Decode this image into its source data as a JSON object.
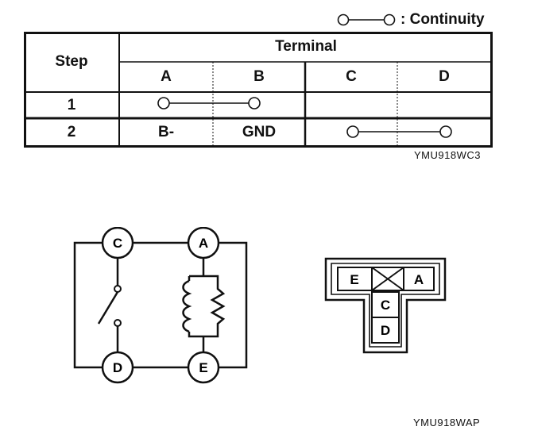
{
  "legend": {
    "text": ": Continuity"
  },
  "table": {
    "step_header": "Step",
    "terminal_header": "Terminal",
    "columns": [
      "A",
      "B",
      "C",
      "D"
    ],
    "rows": [
      {
        "step": "1",
        "A": "",
        "B": "",
        "C": "",
        "D": "",
        "continuity": [
          "A",
          "B"
        ]
      },
      {
        "step": "2",
        "A": "B-",
        "B": "GND",
        "C": "",
        "D": "",
        "continuity": [
          "C",
          "D"
        ]
      }
    ]
  },
  "figure_codes": {
    "table": "YMU918WC3",
    "diagram": "YMU918WAP"
  },
  "circuit": {
    "terminals": [
      "C",
      "A",
      "D",
      "E"
    ]
  },
  "connector": {
    "terminals": [
      "E",
      "A",
      "C",
      "D"
    ]
  }
}
